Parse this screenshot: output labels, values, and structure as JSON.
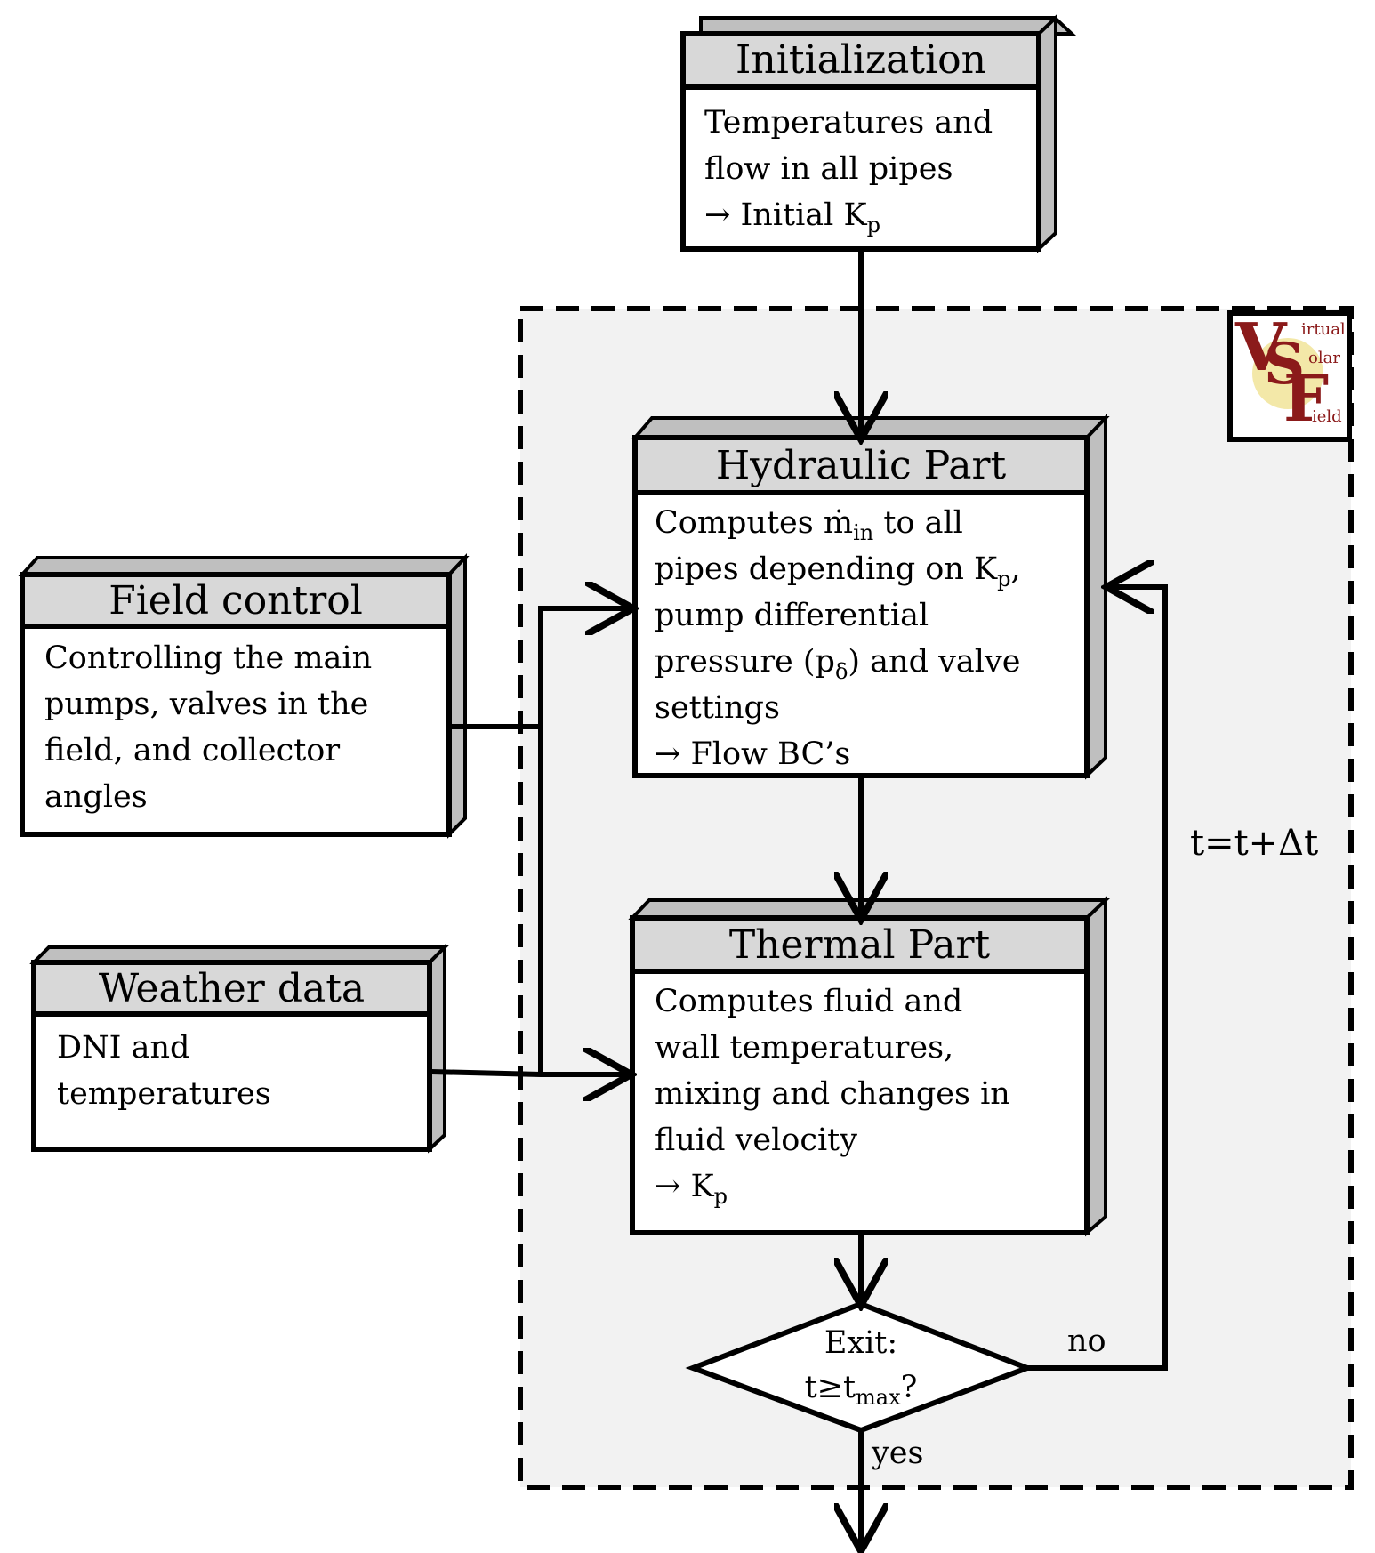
{
  "boxes": {
    "init": {
      "title": "Initialization",
      "lines": [
        "Temperatures and",
        "flow in all pipes"
      ],
      "result": {
        "arrow": "→",
        "text": "Initial K",
        "sub": "p"
      }
    },
    "hydraulic": {
      "title": "Hydraulic Part",
      "line1": {
        "pre": "Computes ",
        "sym": "ṁ",
        "sub": "in",
        "post": " to all"
      },
      "line2": {
        "pre": "pipes depending on K",
        "sub": "p",
        "post": ","
      },
      "line3": "pump differential",
      "line4": {
        "pre": "pressure (p",
        "sub": "δ",
        "post": ") and valve"
      },
      "line5": "settings",
      "result": {
        "arrow": "→",
        "text": "Flow BC’s"
      }
    },
    "thermal": {
      "title": "Thermal Part",
      "lines": [
        "Computes fluid and",
        "wall temperatures,",
        "mixing and changes in",
        "fluid velocity"
      ],
      "result": {
        "arrow": "→",
        "text": "K",
        "sub": "p"
      }
    },
    "field": {
      "title": "Field control",
      "lines": [
        "Controlling the main",
        "pumps, valves in the",
        "field, and collector",
        "angles"
      ]
    },
    "weather": {
      "title": "Weather data",
      "lines": [
        "DNI and",
        "temperatures"
      ]
    }
  },
  "decision": {
    "line1": "Exit:",
    "line2": {
      "pre": "t≥t",
      "sub": "max",
      "post": "?"
    }
  },
  "labels": {
    "no": "no",
    "yes": "yes",
    "time_step": "t=t+Δt"
  },
  "logo": {
    "letters": [
      "V",
      "S",
      "F"
    ],
    "words": [
      "irtual",
      "olar",
      "ield"
    ]
  },
  "colors": {
    "loop_region_fill": "#f2f2f2",
    "header_fill": "#d8d8d8",
    "side_face": "#bfbfbf",
    "logo_red": "#8b1a1a",
    "logo_sun": "#f3e8a8"
  }
}
